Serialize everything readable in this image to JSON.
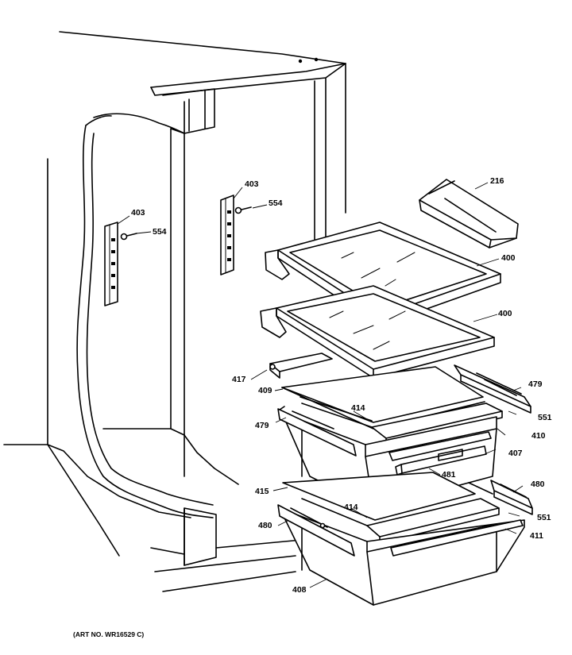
{
  "art_number": "(ART NO. WR16529 C)",
  "callouts": {
    "c216": "216",
    "c400a": "400",
    "c400b": "400",
    "c403a": "403",
    "c403b": "403",
    "c554a": "554",
    "c554b": "554",
    "c417": "417",
    "c409": "409",
    "c414a": "414",
    "c414b": "414",
    "c479a": "479",
    "c479b": "479",
    "c551a": "551",
    "c551b": "551",
    "c410": "410",
    "c407": "407",
    "c481": "481",
    "c480a": "480",
    "c480b": "480",
    "c415": "415",
    "c411": "411",
    "c408": "408"
  }
}
